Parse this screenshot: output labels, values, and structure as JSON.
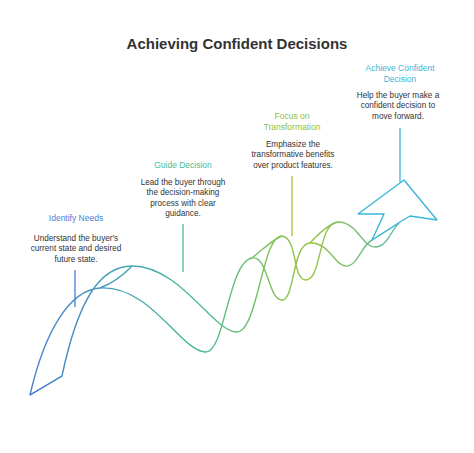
{
  "diagram": {
    "title": "Achieving Confident Decisions",
    "labels": [
      "Identify Needs",
      "Understand the buyer's current state and desired future state.",
      "Guide Decision",
      "Lead the buyer through the decision-making process with clear guidance.",
      "Focus on Transformation",
      "Emphasize the transformative benefits over product features.",
      "Achieve Confident Decision",
      "Help the buyer make a confident decision to move forward."
    ]
  }
}
